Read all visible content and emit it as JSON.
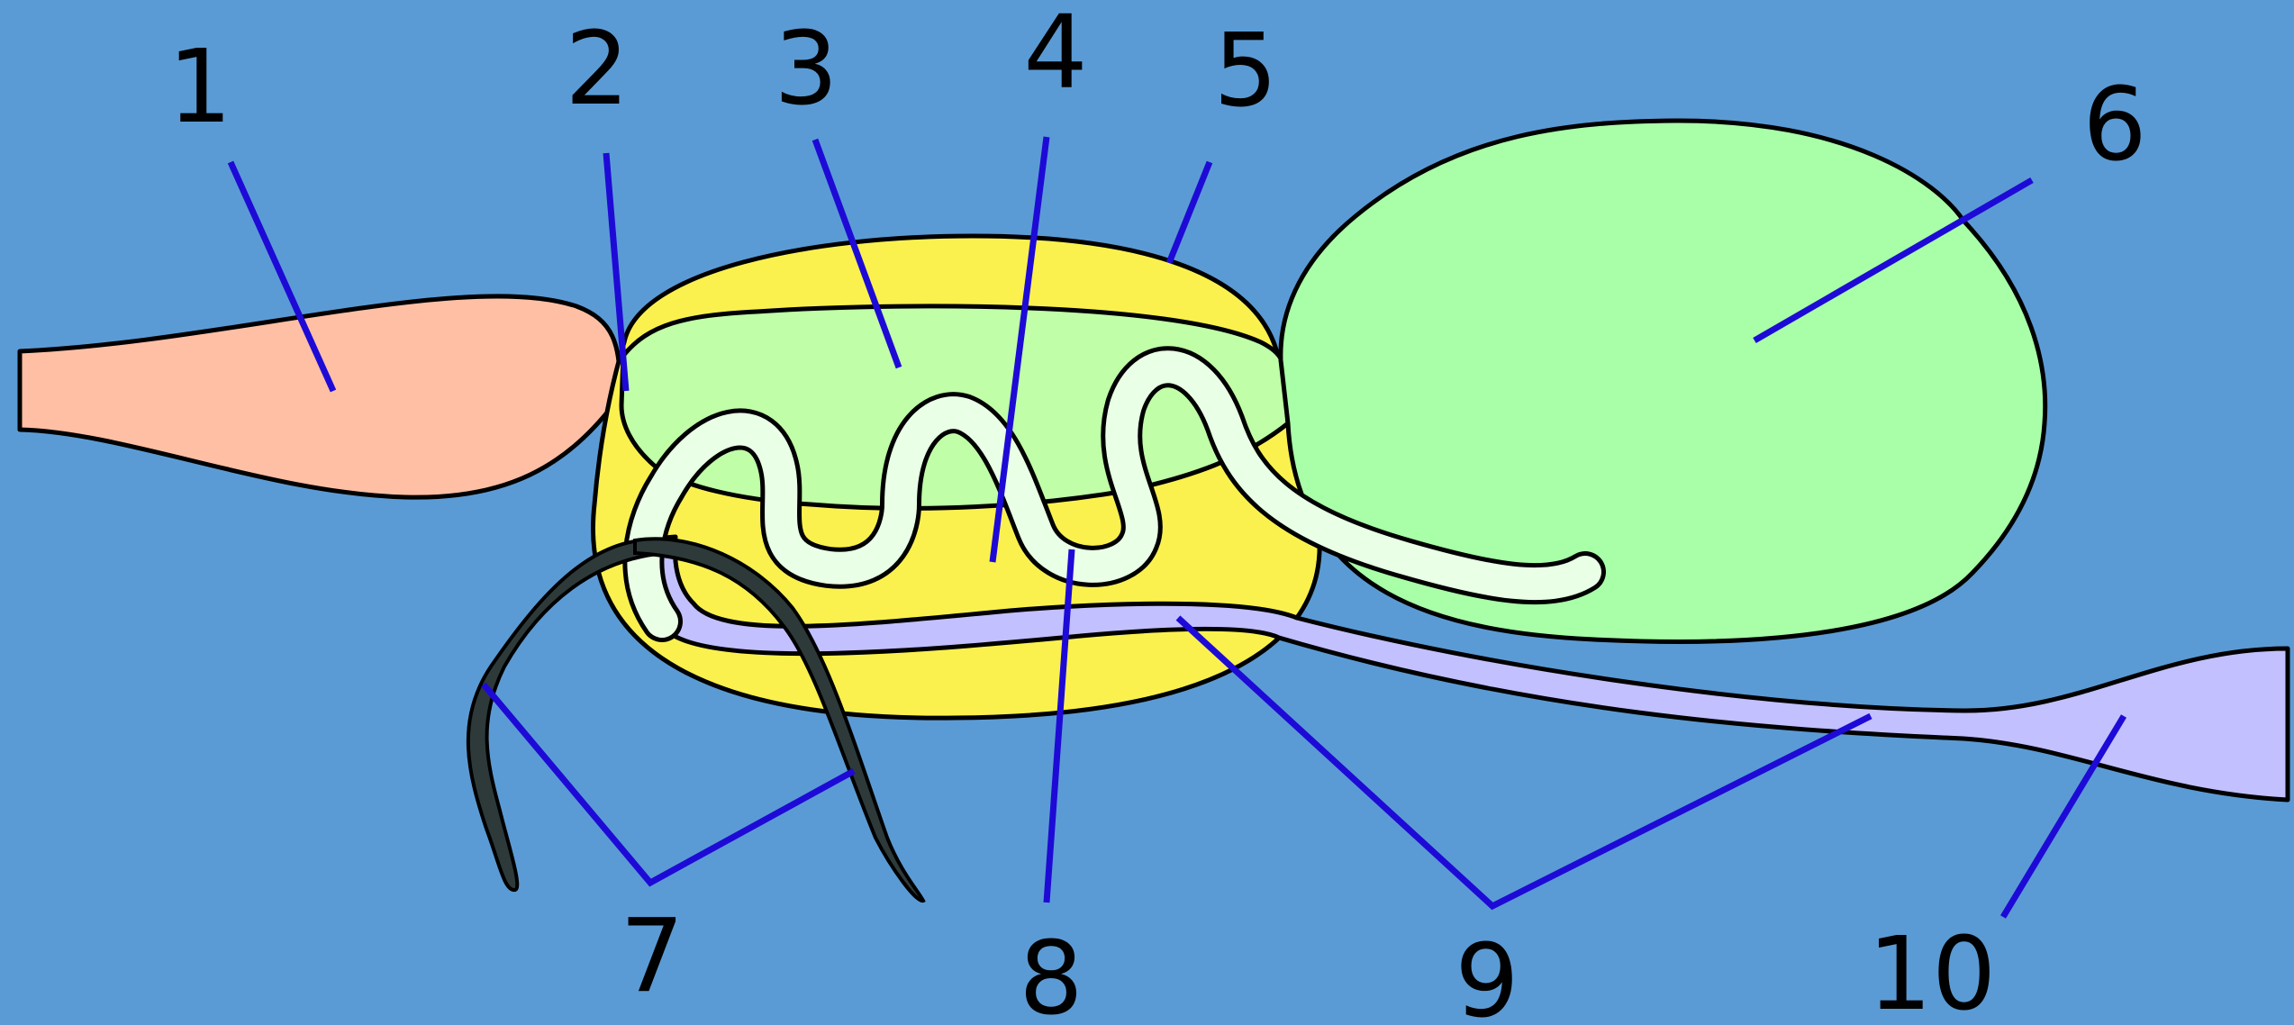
{
  "diagram": {
    "labels": [
      "1",
      "2",
      "3",
      "4",
      "5",
      "6",
      "7",
      "8",
      "9",
      "10"
    ]
  },
  "colors": {
    "background": "#5b9bd5",
    "region_1": "#ffbfa5",
    "region_yellow": "#faf14f",
    "region_light_green": "#c0ffa8",
    "region_6": "#a9ffa8",
    "tube_white": "#e9ffe6",
    "duct_lavender": "#c2c0ff",
    "cords_dark": "#2e3a3a",
    "leader_lines": "#1e0ad6"
  }
}
